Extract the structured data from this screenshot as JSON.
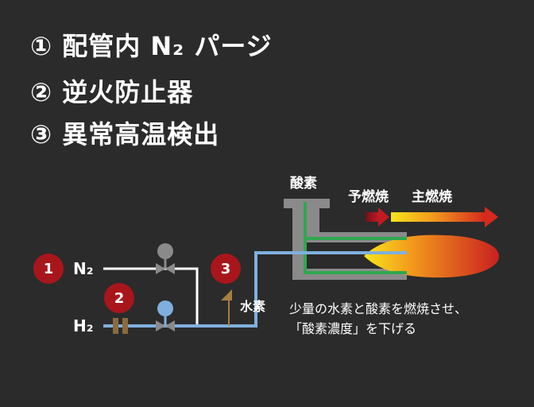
{
  "headings": [
    {
      "num": "①",
      "text": "配管内 N₂ パージ"
    },
    {
      "num": "②",
      "text": "逆火防止器"
    },
    {
      "num": "③",
      "text": "異常高温検出"
    }
  ],
  "labels": {
    "oxygen": "酸素",
    "pre_combustion": "予燃焼",
    "main_combustion": "主燃焼",
    "n2": "N₂",
    "h2": "H₂",
    "hydrogen": "水素"
  },
  "badges": [
    "1",
    "2",
    "3"
  ],
  "note": {
    "line1": "少量の水素と酸素を燃焼させ、",
    "line2": "「酸素濃度」を下げる"
  },
  "colors": {
    "background": "#2b2b2b",
    "badge": "#a8161c",
    "n2_pipe": "#ffffff",
    "h2_pipe": "#7fb0dd",
    "oxygen_pipe": "#2fa84f",
    "burner_body": "#8a8a8a",
    "arrester": "#8b6a3e",
    "sensor": "#a87f3e"
  }
}
